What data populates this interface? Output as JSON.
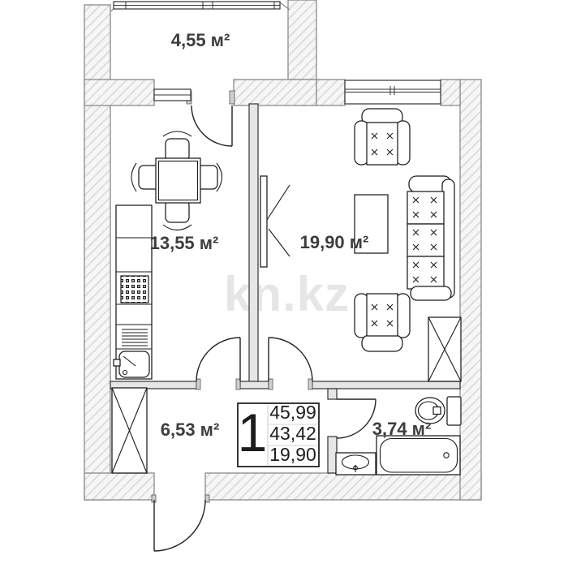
{
  "watermark": {
    "text": "kn.kz"
  },
  "rooms": {
    "balcony": {
      "area_label": "4,55 м²"
    },
    "kitchen": {
      "area_label": "13,55 м²"
    },
    "living_room": {
      "area_label": "19,90 м²"
    },
    "hallway": {
      "area_label": "6,53 м²"
    },
    "bathroom": {
      "area_label": "3,74 м²"
    }
  },
  "stamp": {
    "rooms_count": "1",
    "areas": [
      "45,99",
      "43,42",
      "19,90"
    ]
  },
  "icons": {
    "dining-table-icon": "square table with four chairs",
    "kitchen-counter-icon": "counter run with cabinets",
    "stove-icon": "checker-grid burner block",
    "kitchen-sink-icon": "rounded basin with faucet",
    "armchair-icon": "armchair with tufting x-marks",
    "sofa-icon": "three-cushion sofa with tufting x-marks",
    "coffee-table-icon": "rectangular table",
    "tv-icon": "wall panel with direction lines",
    "wardrobe-icon": "rectangle with X cross",
    "toilet-icon": "bowl with cistern",
    "bathtub-icon": "rounded tub with drain",
    "washbasin-icon": "oval basin with tap",
    "door-icon": "quarter-circle swing arc",
    "window-icon": "double-line glazing band"
  },
  "colors": {
    "wall_fill": "#f6f6f6",
    "wall_hatch": "#d9d9d9",
    "wall_outline": "#8a8a8a",
    "ink": "#1b1b1b",
    "label": "#3d3d3d",
    "watermark": "#d6d6d6"
  }
}
